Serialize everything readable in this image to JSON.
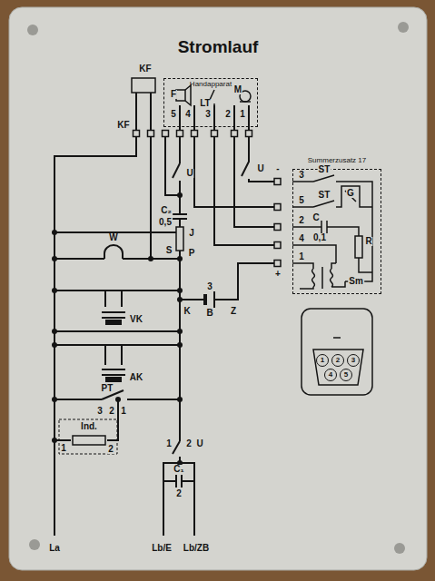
{
  "diagram": {
    "title": "Stromlauf",
    "nodes": [
      {
        "text": [
          "Handapparat"
        ]
      },
      {
        "text": [
          "Summerzusatz 17"
        ]
      },
      {
        "text": [
          "1"
        ]
      },
      {
        "text": [
          "2"
        ]
      },
      {
        "text": [
          "3"
        ]
      },
      {
        "text": [
          "4"
        ]
      },
      {
        "text": [
          "5"
        ]
      }
    ],
    "labels": [
      "KF",
      "KF",
      "F",
      "LT",
      "M",
      "5",
      "4",
      "3",
      "2",
      "1",
      "U",
      "U",
      "C₂",
      "0,5",
      "W",
      "J",
      "S",
      "P",
      "K",
      "3",
      "B",
      "Z",
      "VK",
      "AK",
      "PT",
      "3",
      "2",
      "1",
      "Ind.",
      "1",
      "2",
      "1",
      "2",
      "U",
      "C₁",
      "2",
      "La",
      "Lb/E",
      "Lb/ZB",
      "-",
      "+",
      "3",
      "5",
      "2",
      "4",
      "1",
      "ST",
      "ST",
      "C",
      "0,1",
      "G",
      "R",
      "Sm"
    ]
  }
}
